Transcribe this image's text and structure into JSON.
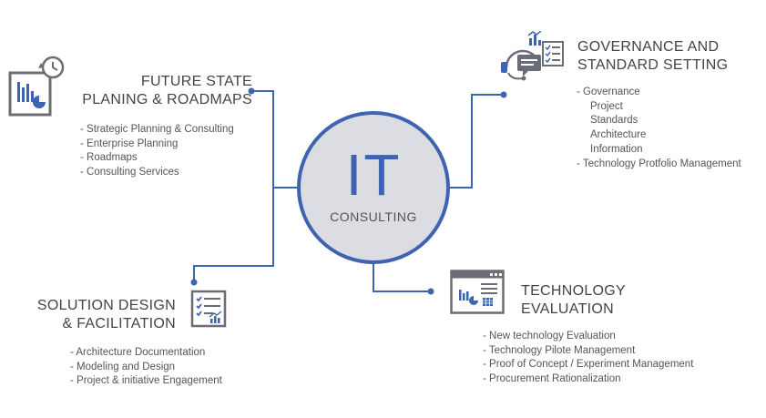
{
  "colors": {
    "accent": "#3e63b0",
    "circle_fill": "#dcdde2",
    "icon_gray": "#6a6d75",
    "text": "#444444"
  },
  "center": {
    "title": "IT",
    "subtitle": "CONSULTING"
  },
  "future_state": {
    "title_lines": [
      "FUTURE STATE",
      "PLANING & ROADMAPS"
    ],
    "items": [
      "- Strategic Planning & Consulting",
      "- Enterprise Planning",
      "- Roadmaps",
      "- Consulting Services"
    ],
    "icon": "chart-clock-icon"
  },
  "governance": {
    "title_lines": [
      "GOVERNANCE AND",
      "STANDARD SETTING"
    ],
    "items": [
      {
        "text": "- Governance",
        "indent": false
      },
      {
        "text": "Project",
        "indent": true
      },
      {
        "text": "Standards",
        "indent": true
      },
      {
        "text": "Architecture",
        "indent": true
      },
      {
        "text": "Information",
        "indent": true
      },
      {
        "text": "- Technology Protfolio Management",
        "indent": false
      }
    ],
    "icon": "headset-checklist-icon"
  },
  "solution": {
    "title_lines": [
      "SOLUTION DESIGN",
      "& FACILITATION"
    ],
    "items": [
      "- Architecture Documentation",
      "- Modeling and Design",
      "- Project & initiative Engagement"
    ],
    "icon": "checklist-chart-icon"
  },
  "technology": {
    "title_lines": [
      "TECHNOLOGY",
      "EVALUATION"
    ],
    "items": [
      "- New technology Evaluation",
      "- Technology Pilote Management",
      "- Proof of Concept / Experiment Management",
      "- Procurement Rationalization"
    ],
    "icon": "browser-dashboard-icon"
  }
}
